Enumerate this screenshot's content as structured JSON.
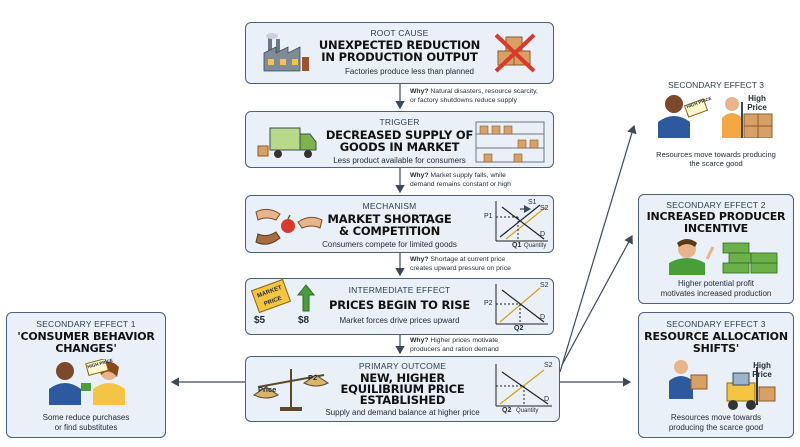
{
  "colors": {
    "box_fill": "#e9f0f7",
    "box_border": "#4a6178",
    "arrow": "#3b4a5a",
    "supply_line": "#2d2d2d",
    "demand_line": "#2d2d2d",
    "shift_line": "#d4a017"
  },
  "root": {
    "category": "ROOT CAUSE",
    "title1": "UNEXPECTED REDUCTION",
    "title2": "IN PRODUCTION OUTPUT",
    "subtitle": "Factories produce less than planned",
    "icons": [
      "factory-icon",
      "crossed-boxes-icon"
    ]
  },
  "why1": {
    "label": "Why?",
    "line1": "Natural disasters, resource scarcity,",
    "line2": "or factory shutdowns reduce supply"
  },
  "trigger": {
    "category": "TRIGGER",
    "title1": "DECREASED SUPPLY OF",
    "title2": "GOODS IN MARKET",
    "subtitle": "Less product available for consumers",
    "icons": [
      "delivery-truck-icon",
      "store-shelves-icon"
    ]
  },
  "why2": {
    "label": "Why?",
    "line1": "Market supply falls, while",
    "line2": "demand remains constant or high"
  },
  "mechanism": {
    "category": "MECHANISM",
    "title1": "MARKET SHORTAGE",
    "title2": "& COMPETITION",
    "subtitle": "Consumers compete for limited goods",
    "graph": {
      "p": "P1",
      "s1": "S1",
      "s2": "S2",
      "d": "D",
      "q": "Q1",
      "q_label": "Quantity"
    },
    "icons": [
      "hands-reaching-apple-icon"
    ]
  },
  "why3": {
    "label": "Why?",
    "line1": "Shortage at current price",
    "line2": "creates upward pressure on price"
  },
  "intermediate": {
    "category": "INTERMEDIATE EFFECT",
    "title1": "PRICES BEGIN TO RISE",
    "subtitle": "Market forces drive prices upward",
    "tag": "MARKET PRICE",
    "price_old": "$5",
    "price_new": "$8",
    "graph": {
      "p": "P2",
      "s2": "S2",
      "d": "D",
      "q": "Q2"
    },
    "icons": [
      "price-tag-icon",
      "up-arrow-icon"
    ]
  },
  "why4": {
    "label": "Why?",
    "line1": "Higher prices motivate",
    "line2": "producers and ration demand"
  },
  "primary": {
    "category": "PRIMARY OUTCOME",
    "title1": "NEW, HIGHER",
    "title2": "EQUILIBRIUM PRICE",
    "title3": "ESTABLISHED",
    "subtitle": "Supply and demand balance at higher price",
    "scale_left": "Price",
    "scale_right": "P2",
    "graph": {
      "s2": "S2",
      "d": "D",
      "q": "Q2",
      "q_label": "Quantity"
    },
    "icons": [
      "balance-scale-icon"
    ]
  },
  "secondary1": {
    "category": "SECONDARY EFFECT 1",
    "title1": "'CONSUMER BEHAVIOR",
    "title2": "CHANGES'",
    "sign": "HIGH PRICE",
    "line1": "Some reduce purchases",
    "line2": "or find substitutes",
    "icons": [
      "consumers-icon"
    ]
  },
  "top_right": {
    "category": "SECONDARY EFFECT 3",
    "price_tag": "High Price",
    "sign": "HIGH PRICE",
    "line1": "Resources move towards producing",
    "line2": "the scarce good",
    "icons": [
      "worker-boxes-icon"
    ]
  },
  "secondary2": {
    "category": "SECONDARY EFFECT 2",
    "title1": "INCREASED PRODUCER",
    "title2": "INCENTIVE",
    "line1": "Higher potential profit",
    "line2": "motivates increased production",
    "icons": [
      "producer-money-icon"
    ]
  },
  "secondary3": {
    "category": "SECONDARY EFFECT 3",
    "title1": "RESOURCE ALLOCATION",
    "title2": "SHIFTS'",
    "price_tag": "High Price",
    "line1": "Resources move towards",
    "line2": "producing the scarce good",
    "icons": [
      "forklift-icon"
    ]
  }
}
